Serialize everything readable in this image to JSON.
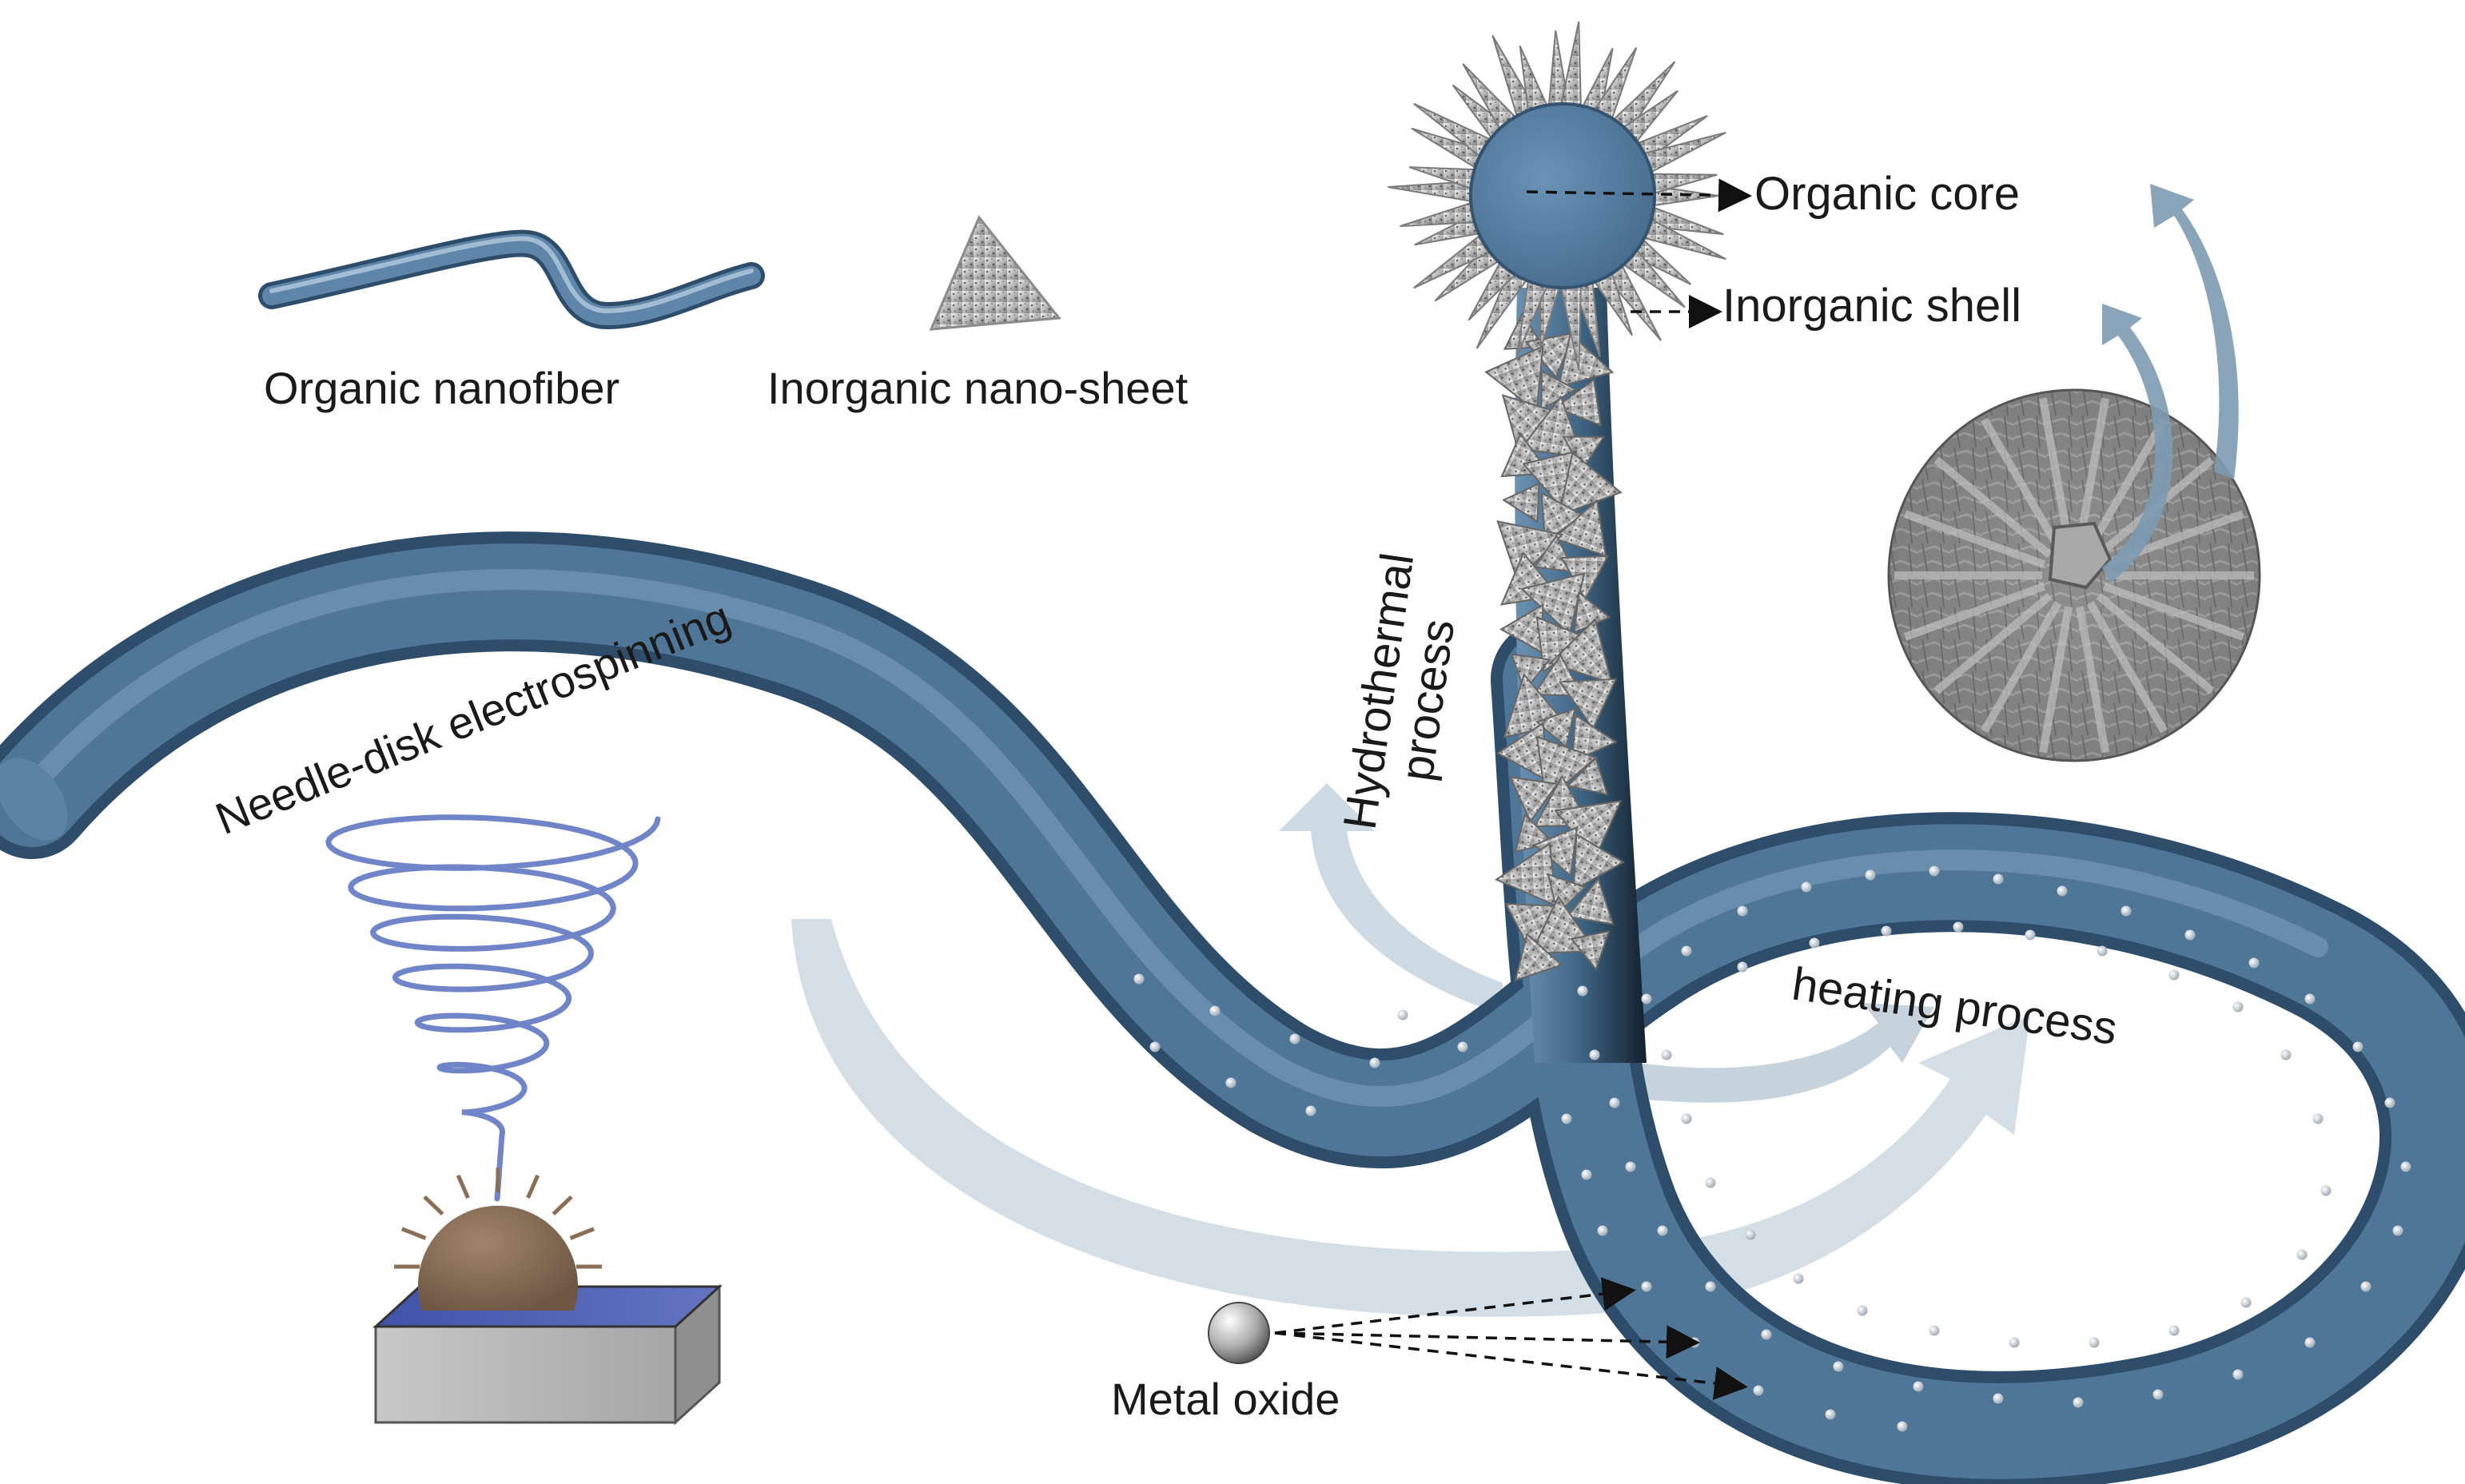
{
  "legend": {
    "fiber_label": "Organic nanofiber",
    "sheet_label": "Inorganic nano-sheet"
  },
  "labels": {
    "organic_core": "Organic core",
    "inorganic_shell": "Inorganic shell",
    "hydrothermal_line1": "Hydrothermal",
    "hydrothermal_line2": "process",
    "electrospinning": "Needle-disk electrospinning",
    "heating": "heating process",
    "metal_oxide": "Metal oxide"
  },
  "colors": {
    "fiber": "#4f7597",
    "fiber_dark": "#2d4d6a",
    "fiber_light": "#7fa1c0",
    "spiral": "#6f85c8",
    "disk": "#8a6e55",
    "process_arrow": "#c5d3de",
    "sem_gray": "#8a8a8a"
  },
  "icons": {
    "nanosheet": "triangle-nanosheet-icon",
    "metal_oxide": "sphere-icon",
    "sem": "sem-micrograph-circle"
  }
}
